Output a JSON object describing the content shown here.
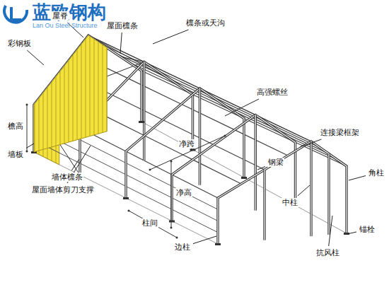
{
  "diagram": {
    "labels": [
      "蓝欧钢构",
      "Lan Ou Steel Structure",
      "屋面檩条",
      "屋脊",
      "彩钢板",
      "檩条或天沟",
      "高强螺丝",
      "连接梁框架",
      "净跨",
      "钢梁",
      "角柱",
      "檐高",
      "墙板",
      "墙体檩条",
      "屋面墙体剪刀支撑",
      "净高",
      "中柱",
      "锚栓",
      "柱间",
      "边柱",
      "抗风柱"
    ]
  }
}
